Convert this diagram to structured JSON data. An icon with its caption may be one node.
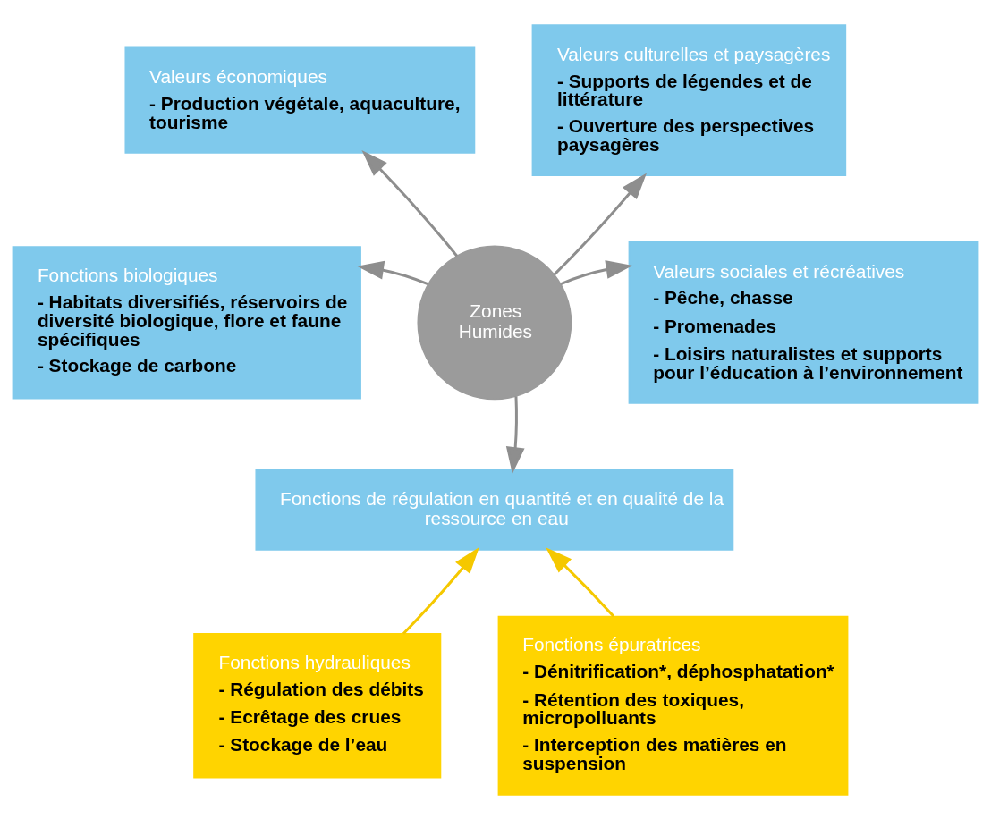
{
  "diagram": {
    "nodes": [
      {
        "text": [
          "Valeurs économiques",
          "- Production végétale, aquaculture, tourisme"
        ]
      },
      {
        "text": [
          "Valeurs culturelles et paysagères",
          "- Supports de légendes et de littérature",
          "- Ouverture des perspectives paysagères"
        ]
      },
      {
        "text": [
          "Fonctions biologiques",
          "- Habitats diversifiés, réservoirs de diversité biologique, flore et faune spécifiques",
          "- Stockage de carbone"
        ]
      },
      {
        "text": [
          "Zones Humides"
        ]
      },
      {
        "text": [
          "Valeurs sociales et récréatives",
          "- Pêche, chasse",
          "- Promenades",
          "- Loisirs naturalistes et supports pour l’éducation à l’environnement"
        ]
      },
      {
        "text": [
          "Fonctions de régulation en quantité et en qualité de la ressource en eau"
        ]
      },
      {
        "text": [
          "Fonctions hydrauliques",
          "- Régulation des débits",
          "- Ecrêtage des crues",
          "- Stockage de l’eau"
        ]
      },
      {
        "text": [
          "Fonctions épuratrices",
          "- Dénitrification*, déphosphatation*",
          "- Rétention des toxiques, micropolluants",
          "- Interception des matières en suspension"
        ]
      }
    ],
    "edges": [
      {
        "from": 3,
        "to": 0,
        "arrow": "to"
      },
      {
        "from": 3,
        "to": 1,
        "arrow": "to"
      },
      {
        "from": 3,
        "to": 2,
        "arrow": "to"
      },
      {
        "from": 3,
        "to": 4,
        "arrow": "to"
      },
      {
        "from": 3,
        "to": 5,
        "arrow": "to"
      },
      {
        "from": 6,
        "to": 5,
        "arrow": "to",
        "color": "#f5c800"
      },
      {
        "from": 7,
        "to": 5,
        "arrow": "to",
        "color": "#f5c800"
      }
    ]
  }
}
